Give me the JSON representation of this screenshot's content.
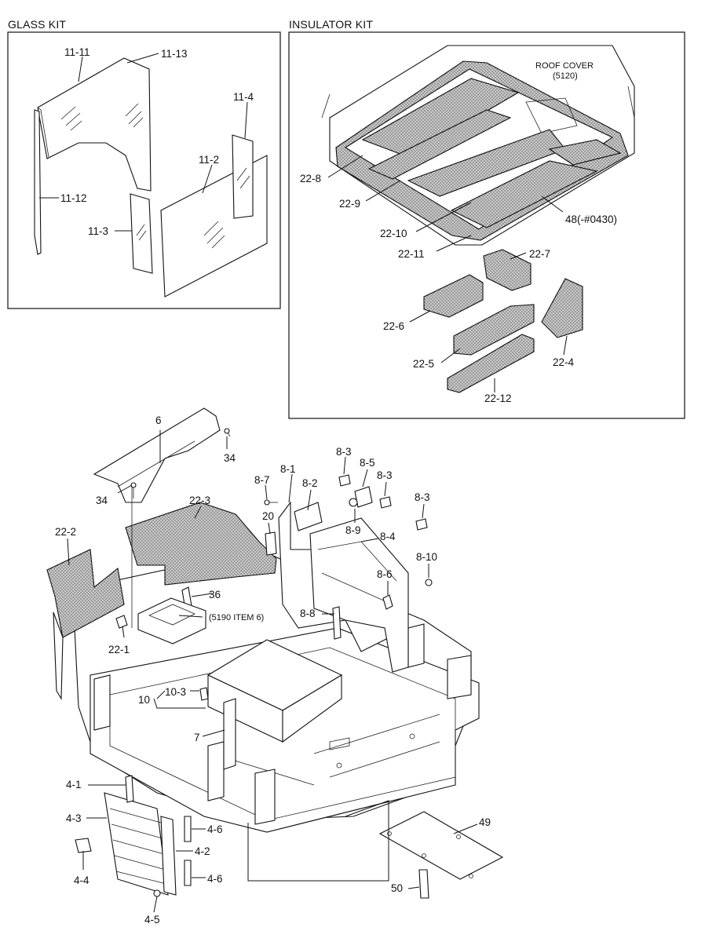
{
  "sections": {
    "glass_kit": "GLASS KIT",
    "insulator_kit": "INSULATOR KIT"
  },
  "notes": {
    "roof_cover": "ROOF COVER",
    "roof_cover_ref": "(5120)",
    "ref_5190": "(5190 ITEM 6)"
  },
  "labels": {
    "p11_11": "11-11",
    "p11_13": "11-13",
    "p11_4": "11-4",
    "p11_2": "11-2",
    "p11_12": "11-12",
    "p11_3": "11-3",
    "p22_8": "22-8",
    "p22_9": "22-9",
    "p22_10": "22-10",
    "p22_11": "22-11",
    "p48": "48(-#0430)",
    "p22_7": "22-7",
    "p22_6": "22-6",
    "p22_5": "22-5",
    "p22_4": "22-4",
    "p22_12": "22-12",
    "p6": "6",
    "p34a": "34",
    "p34b": "34",
    "p22_3": "22-3",
    "p22_2": "22-2",
    "p36": "36",
    "p22_1": "22-1",
    "p20": "20",
    "p8_7": "8-7",
    "p8_1": "8-1",
    "p8_2": "8-2",
    "p8_3a": "8-3",
    "p8_5": "8-5",
    "p8_3b": "8-3",
    "p8_3c": "8-3",
    "p8_9": "8-9",
    "p8_4": "8-4",
    "p8_10": "8-10",
    "p8_6": "8-6",
    "p8_8": "8-8",
    "p10_3": "10-3",
    "p10": "10",
    "p7": "7",
    "p4_1": "4-1",
    "p4_3": "4-3",
    "p4_6a": "4-6",
    "p4_2": "4-2",
    "p4_4": "4-4",
    "p4_6b": "4-6",
    "p4_5": "4-5",
    "p49": "49",
    "p50": "50"
  }
}
